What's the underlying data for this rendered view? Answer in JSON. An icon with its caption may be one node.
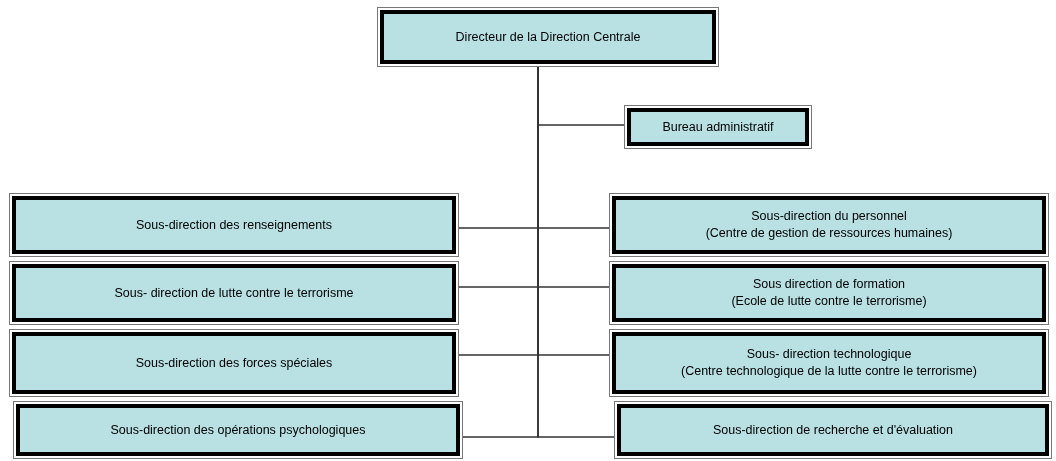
{
  "diagram": {
    "nodes": [
      {
        "text": [
          "Directeur de la Direction Centrale"
        ]
      },
      {
        "text": [
          "Bureau administratif"
        ]
      },
      {
        "text": [
          "Sous-direction des renseignements"
        ]
      },
      {
        "text": [
          "Sous-direction du personnel",
          "(Centre de gestion de ressources humaines)"
        ]
      },
      {
        "text": [
          "Sous- direction de lutte contre le terrorisme"
        ]
      },
      {
        "text": [
          "Sous direction de formation",
          "(Ecole de lutte contre le terrorisme)"
        ]
      },
      {
        "text": [
          "Sous-direction des forces spéciales"
        ]
      },
      {
        "text": [
          "Sous- direction technologique",
          "(Centre technologique de la lutte contre le terrorisme)"
        ]
      },
      {
        "text": [
          "Sous-direction des opérations psychologiques"
        ]
      },
      {
        "text": [
          "Sous-direction de recherche et d'évaluation"
        ]
      }
    ],
    "edges": [
      {
        "from": 0,
        "to": 1,
        "arrow": "none"
      },
      {
        "from": 0,
        "to": 2,
        "arrow": "none"
      },
      {
        "from": 0,
        "to": 3,
        "arrow": "none"
      },
      {
        "from": 0,
        "to": 4,
        "arrow": "none"
      },
      {
        "from": 0,
        "to": 5,
        "arrow": "none"
      },
      {
        "from": 0,
        "to": 6,
        "arrow": "none"
      },
      {
        "from": 0,
        "to": 7,
        "arrow": "none"
      },
      {
        "from": 0,
        "to": 8,
        "arrow": "none"
      },
      {
        "from": 0,
        "to": 9,
        "arrow": "none"
      }
    ]
  }
}
